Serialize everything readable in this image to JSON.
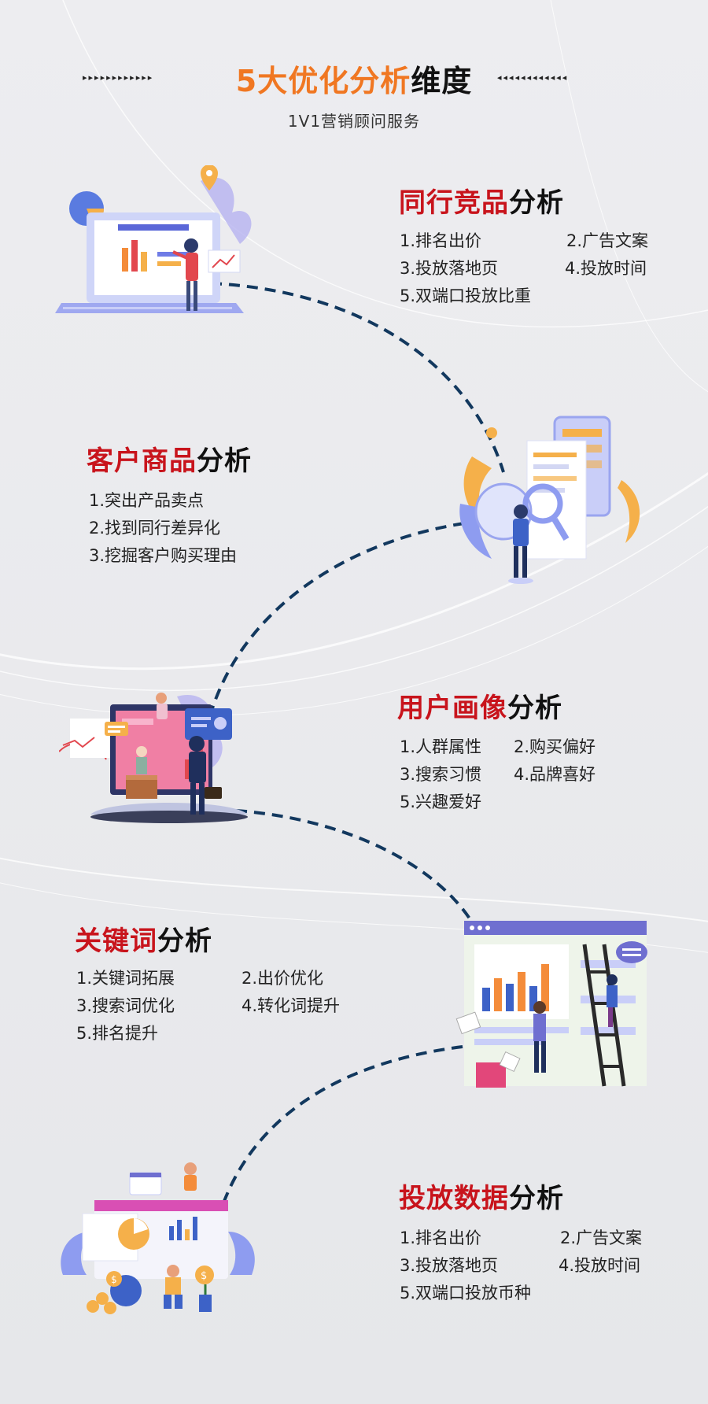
{
  "header": {
    "title_highlight": "5大优化分析",
    "title_rest": "维度",
    "left_arrows": "▸▸▸▸▸▸▸▸▸▸▸▸",
    "right_arrows": "◂◂◂◂◂◂◂◂◂◂◂◂",
    "subtitle": "1V1营销顾问服务"
  },
  "sections": [
    {
      "title_red": "同行竞品",
      "title_black": "分析",
      "items": [
        "1.排名出价",
        "2.广告文案",
        "3.投放落地页",
        "4.投放时间",
        "5.双端口投放比重"
      ]
    },
    {
      "title_red": "客户商品",
      "title_black": "分析",
      "items": [
        "1.突出产品卖点",
        "2.找到同行差异化",
        "3.挖掘客户购买理由"
      ]
    },
    {
      "title_red": "用户画像",
      "title_black": "分析",
      "items": [
        "1.人群属性",
        "2.购买偏好",
        "3.搜索习惯",
        "4.品牌喜好",
        "5.兴趣爱好"
      ]
    },
    {
      "title_red": "关键词",
      "title_black": "分析",
      "items": [
        "1.关键词拓展",
        "2.出价优化",
        "3.搜索词优化",
        "4.转化词提升",
        "5.排名提升"
      ]
    },
    {
      "title_red": "投放数据",
      "title_black": "分析",
      "items": [
        "1.排名出价",
        "2.广告文案",
        "3.投放落地页",
        "4.投放时间",
        "5.双端口投放币种"
      ]
    }
  ],
  "illustrations": [
    "laptop-presentation-illustration",
    "document-search-illustration",
    "user-profile-illustration",
    "keyword-chart-illustration",
    "data-dashboard-illustration"
  ],
  "colors": {
    "accent_orange": "#f07722",
    "title_red": "#c8141c",
    "curve_navy": "#12385e"
  }
}
